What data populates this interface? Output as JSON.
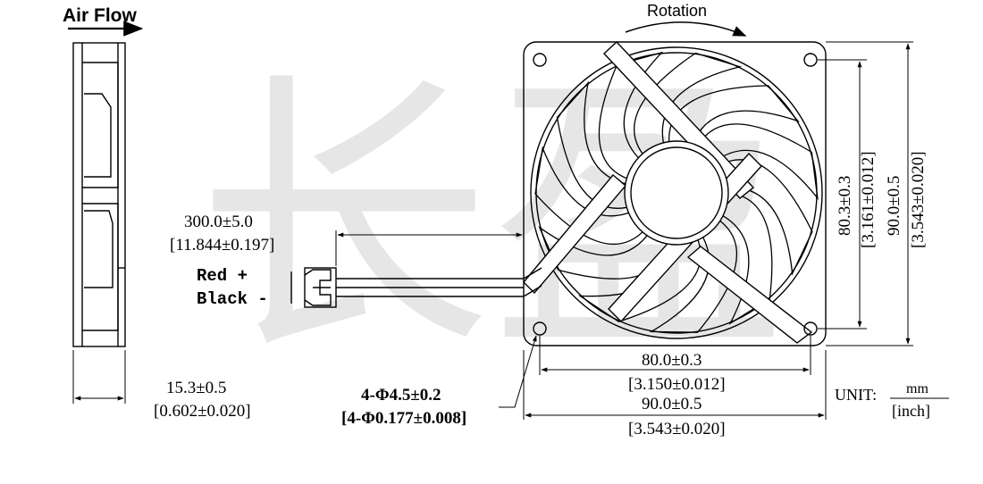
{
  "watermark": {
    "chars": "长盈"
  },
  "side_view": {
    "airflow_label": "Air Flow",
    "thickness_mm": "15.3±0.5",
    "thickness_in": "[0.602±0.020]"
  },
  "front_view": {
    "rotation_label": "Rotation",
    "cable_length_mm": "300.0±5.0",
    "cable_length_in": "[11.844±0.197]",
    "wire_red": "Red +",
    "wire_black": "Black -",
    "hole_spacing_v_mm": "80.3±0.3",
    "hole_spacing_v_in": "[3.161±0.012]",
    "frame_height_mm": "90.0±0.5",
    "frame_height_in": "[3.543±0.020]",
    "hole_spacing_h_mm": "80.0±0.3",
    "hole_spacing_h_in": "[3.150±0.012]",
    "frame_width_mm": "90.0±0.5",
    "frame_width_in": "[3.543±0.020]",
    "mount_holes_mm": "4-Φ4.5±0.2",
    "mount_holes_in": "[4-Φ0.177±0.008]"
  },
  "unit": {
    "label": "UNIT:",
    "primary": "mm",
    "secondary": "[inch]"
  },
  "colors": {
    "line": "#000000",
    "watermark": "#e6e6e6",
    "background": "#ffffff"
  }
}
